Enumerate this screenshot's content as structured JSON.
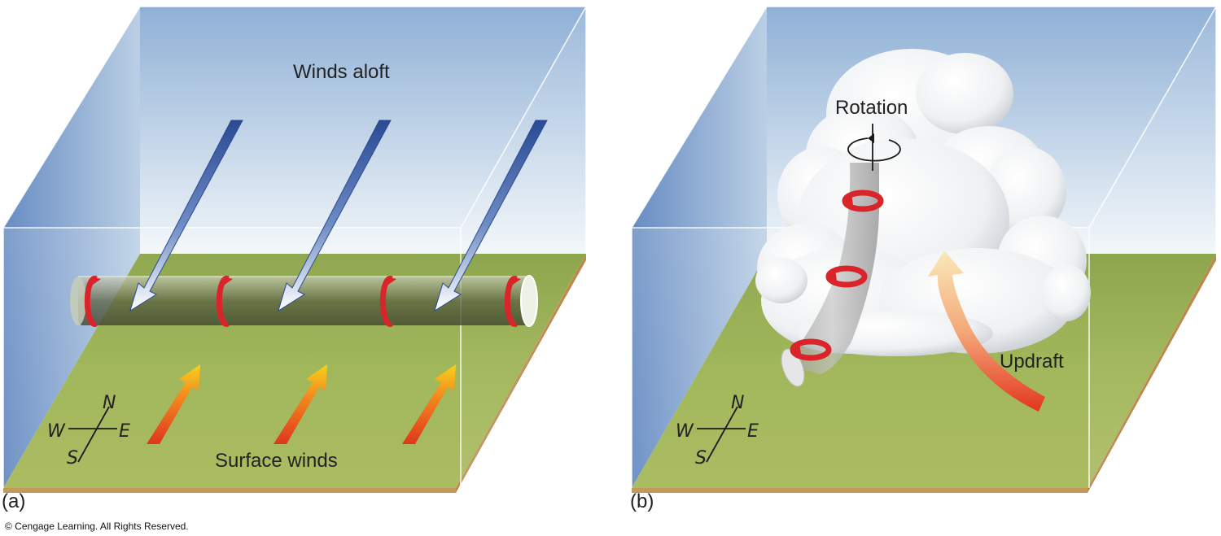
{
  "panel_a": {
    "letter": "(a)",
    "winds_aloft": "Winds aloft",
    "surface_winds": "Surface winds",
    "compass": {
      "n": "N",
      "s": "S",
      "e": "E",
      "w": "W"
    }
  },
  "panel_b": {
    "letter": "(b)",
    "rotation": "Rotation",
    "updraft": "Updraft",
    "compass": {
      "n": "N",
      "s": "S",
      "e": "E",
      "w": "W"
    }
  },
  "copyright": "© Cengage Learning. All Rights Reserved.",
  "colors": {
    "sky_top": "#8fb0d6",
    "sky_bottom": "#eef4f8",
    "ground": "#8fa83c",
    "soil": "#c49a5a",
    "wind_aloft": "#2d4f9a",
    "surface_wind_start": "#e23a1f",
    "surface_wind_end": "#f6c21a",
    "rotation_ring": "#d9252a"
  }
}
